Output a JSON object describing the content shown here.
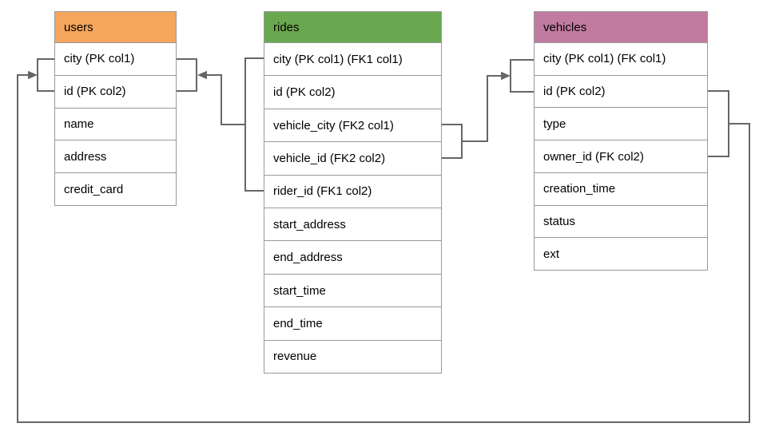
{
  "diagram": {
    "tables": [
      {
        "name": "users",
        "header_color": "#f6a55c",
        "columns": [
          "city (PK col1)",
          "id (PK col2)",
          "name",
          "address",
          "credit_card"
        ]
      },
      {
        "name": "rides",
        "header_color": "#6aa84f",
        "columns": [
          "city (PK col1) (FK1 col1)",
          "id (PK col2)",
          "vehicle_city (FK2 col1)",
          "vehicle_id (FK2 col2)",
          "rider_id (FK1 col2)",
          "start_address",
          "end_address",
          "start_time",
          "end_time",
          "revenue"
        ]
      },
      {
        "name": "vehicles",
        "header_color": "#c27ba0",
        "columns": [
          "city (PK col1) (FK col1)",
          "id (PK col2)",
          "type",
          "owner_id (FK col2)",
          "creation_time",
          "status",
          "ext"
        ]
      }
    ],
    "relationships": [
      {
        "label": "FK1",
        "from_table": "rides",
        "from_columns": "city, rider_id",
        "to_table": "users",
        "to_columns": "city, id"
      },
      {
        "label": "FK2",
        "from_table": "rides",
        "from_columns": "vehicle_city, vehicle_id",
        "to_table": "vehicles",
        "to_columns": "city, id"
      },
      {
        "label": "FK",
        "from_table": "vehicles",
        "from_columns": "id, owner_id",
        "to_table": "users",
        "to_columns": "city, id"
      }
    ],
    "colors": {
      "line": "#666666",
      "table_border": "#999999",
      "text": "#000000",
      "background": "#ffffff"
    }
  }
}
